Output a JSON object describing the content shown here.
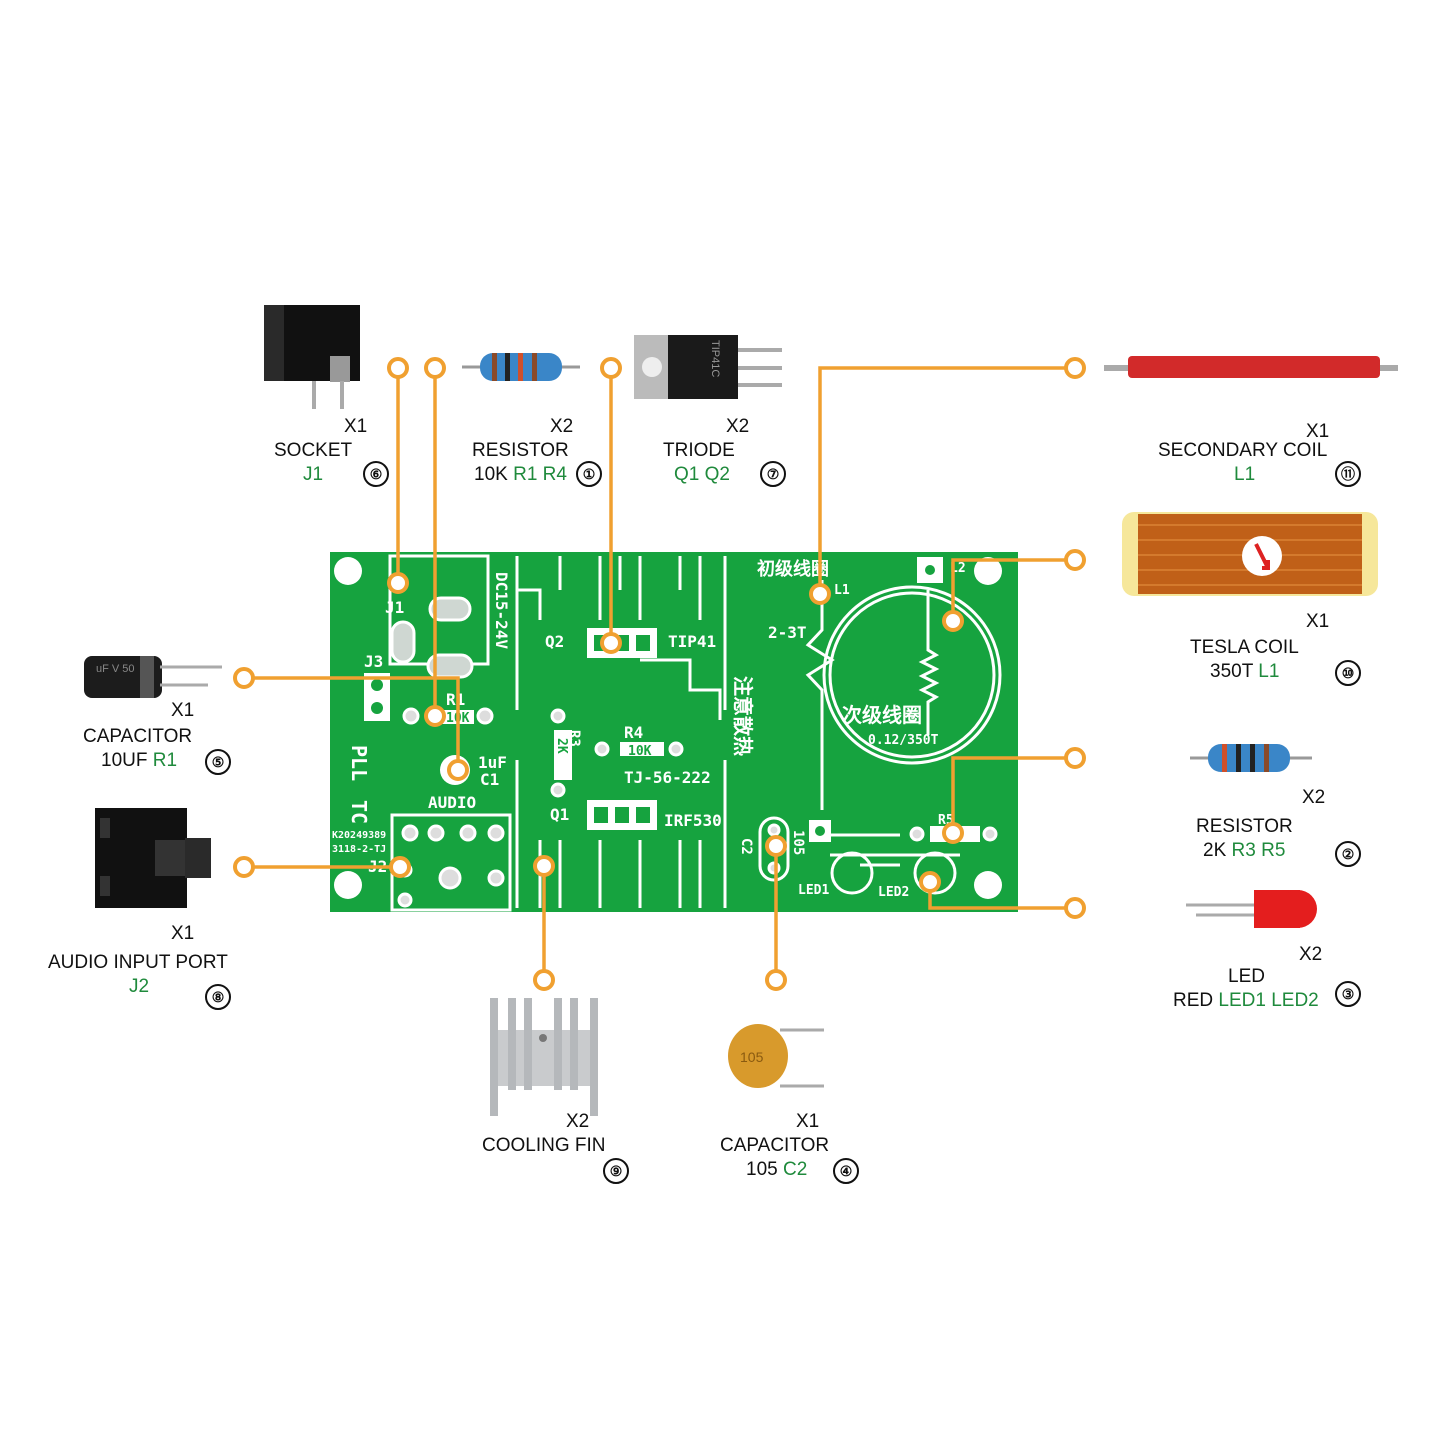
{
  "colors": {
    "board": "#16a33f",
    "leader": "#f0a030",
    "silk": "#ffffff",
    "ref_text": "#1f8a3c"
  },
  "board": {
    "silk": {
      "dc_label": "DC15-24V",
      "j1": "J1",
      "j3": "J3",
      "r1": "R1",
      "r1_val": "10K",
      "c1_val": "1uF",
      "c1": "C1",
      "audio": "AUDIO",
      "pll": "PLL",
      "tc": "TC",
      "code1": "K20249389",
      "code2": "3118-2-TJ",
      "j2": "J2",
      "q2": "Q2",
      "tip41": "TIP41",
      "r3": "R3",
      "r3_val": "2K",
      "r4": "R4",
      "r4_val": "10K",
      "model": "TJ-56-222",
      "q1": "Q1",
      "irf530": "IRF530",
      "heat_note": "注意散热",
      "primary": "初级线圈",
      "l1": "L1",
      "turns": "2-3T",
      "l2": "L2",
      "secondary": "次级线圈",
      "secondary_spec": "0.12/350T",
      "c2": "C2",
      "c2_val": "105",
      "r5": "R5",
      "led1": "LED1",
      "led2": "LED2"
    }
  },
  "parts": {
    "socket": {
      "qty": "X1",
      "name": "SOCKET",
      "ref": "J1",
      "num": "⑥"
    },
    "resistor10k": {
      "qty": "X2",
      "name": "RESISTOR",
      "value": "10K",
      "ref": "R1 R4",
      "num": "①"
    },
    "triode": {
      "qty": "X2",
      "name": "TRIODE",
      "ref": "Q1 Q2",
      "num": "⑦"
    },
    "secondary_coil": {
      "qty": "X1",
      "name": "SECONDARY COIL",
      "ref": "L1",
      "num": "⑪"
    },
    "tesla_coil": {
      "qty": "X1",
      "name": "TESLA COIL",
      "value": "350T",
      "ref": "L1",
      "num": "⑩"
    },
    "resistor2k": {
      "qty": "X2",
      "name": "RESISTOR",
      "value": "2K",
      "ref": "R3 R5",
      "num": "②"
    },
    "led": {
      "qty": "X2",
      "name": "LED",
      "value": "RED",
      "ref": "LED1 LED2",
      "num": "③"
    },
    "capacitor10uf": {
      "qty": "X1",
      "name": "CAPACITOR",
      "value": "10UF",
      "ref": "R1",
      "num": "⑤"
    },
    "audio_port": {
      "qty": "X1",
      "name": "AUDIO INPUT PORT",
      "ref": "J2",
      "num": "⑧"
    },
    "cooling_fin": {
      "qty": "X2",
      "name": "COOLING FIN",
      "num": "⑨"
    },
    "capacitor105": {
      "qty": "X1",
      "name": "CAPACITOR",
      "value": "105",
      "ref": "C2",
      "num": "④"
    }
  },
  "component_marks": {
    "transistor_text": "TIP41C",
    "cap_text": "105",
    "elec_cap_text": "uF V 50"
  }
}
